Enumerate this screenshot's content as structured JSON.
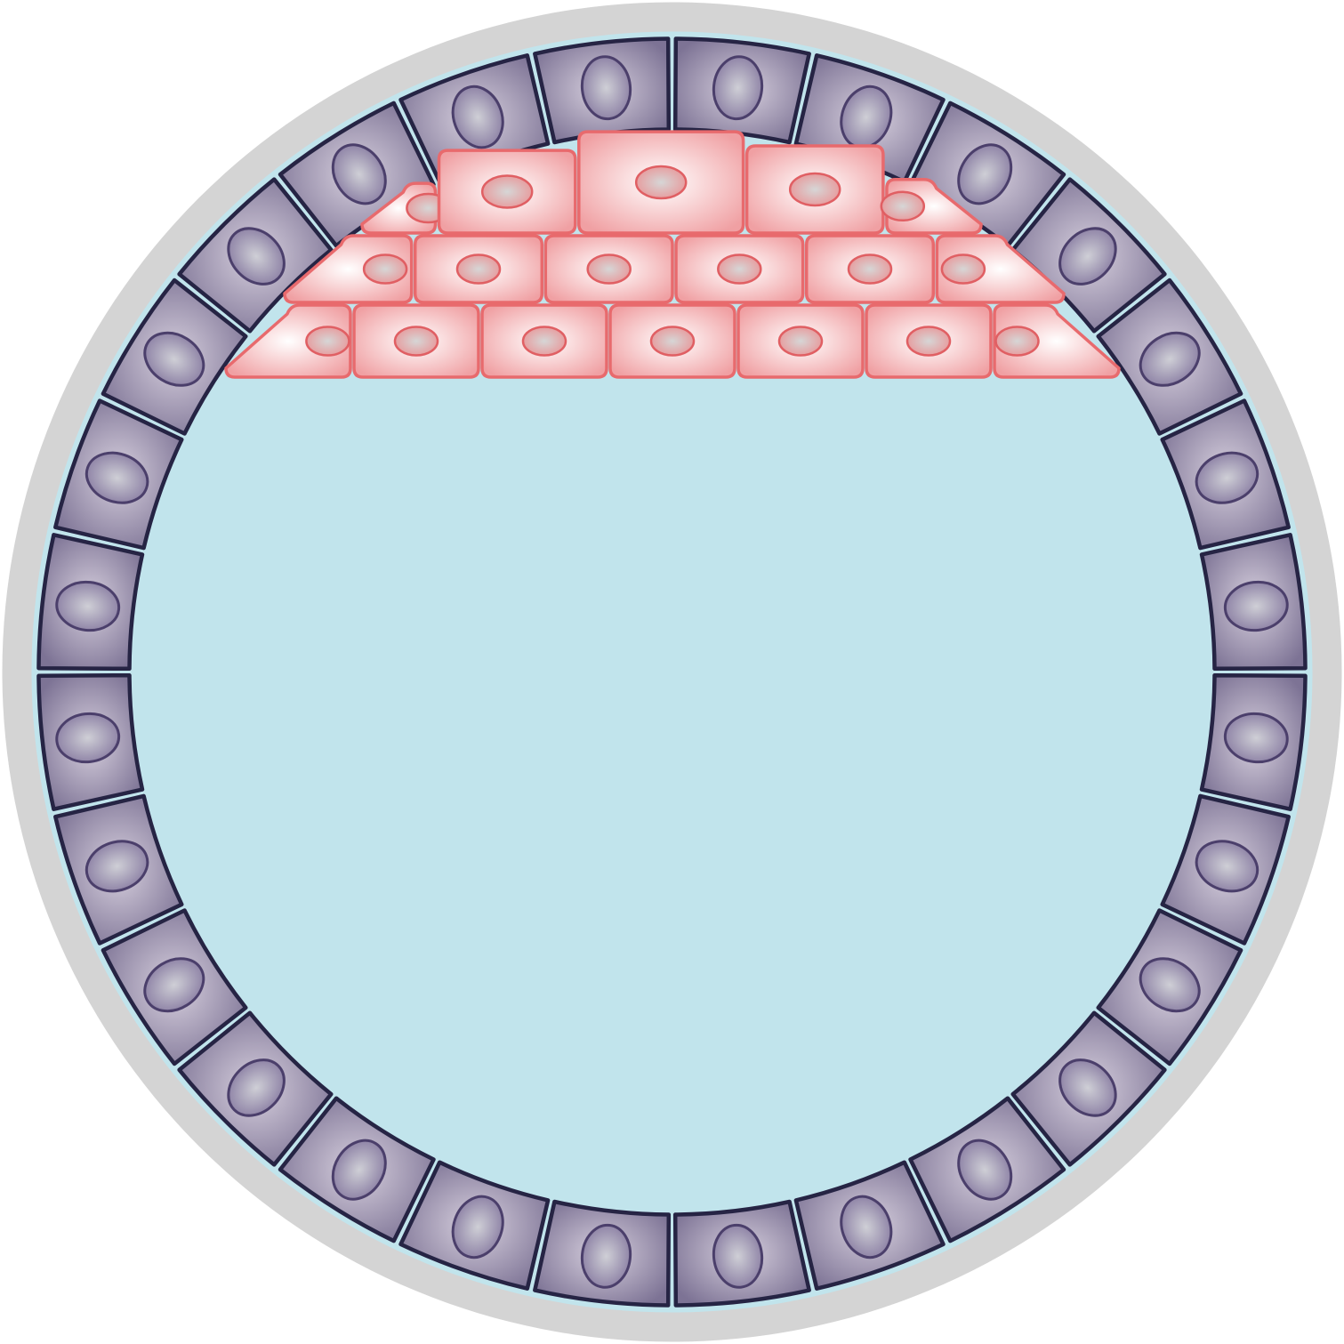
{
  "diagram": {
    "subject": "blastocyst-cross-section",
    "colors": {
      "background": "#ffffff",
      "zona_pellucida": "#d4d4d4",
      "blastocoel": "#c1e4ec",
      "trophoblast_fill_center": "#d6cfdd",
      "trophoblast_fill_edge": "#7d7395",
      "trophoblast_outline": "#262444",
      "trophoblast_nucleus_center": "#cfcfd6",
      "trophoblast_nucleus_edge": "#8a7ea3",
      "trophoblast_nucleus_outline": "#4b3f6b",
      "icm_fill_center": "#ffffff",
      "icm_fill_edge": "#f0a0a3",
      "icm_outline": "#e86a6d",
      "icm_nucleus_center": "#d6d6d6",
      "icm_nucleus_edge": "#e8999b",
      "icm_nucleus_outline": "#e05f63"
    },
    "trophoblast_cell_count": 28,
    "inner_cell_mass_rows": [
      {
        "row": "bottom",
        "cell_count": 7
      },
      {
        "row": "middle",
        "cell_count": 6
      },
      {
        "row": "top",
        "cell_count": 5
      }
    ]
  }
}
